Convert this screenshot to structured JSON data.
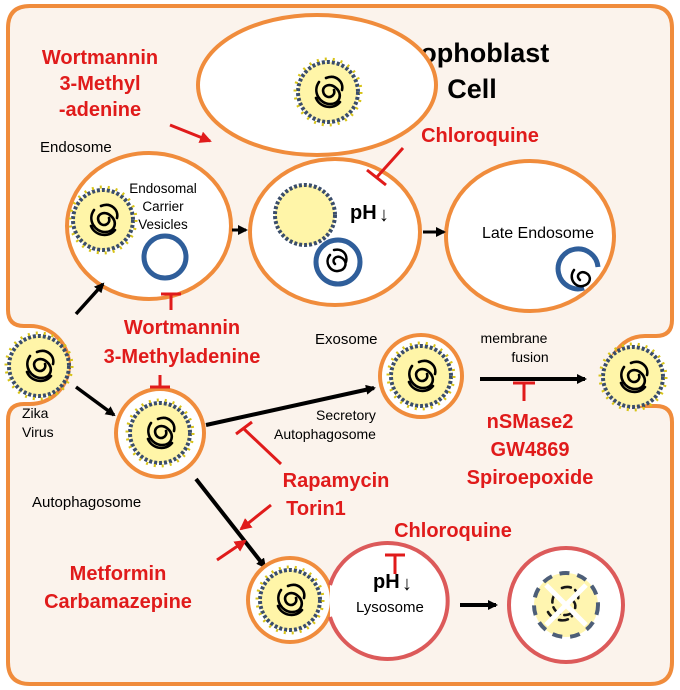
{
  "title_line1": "Trophoblast",
  "title_line2": "Cell",
  "labels": {
    "endosome": "Endosome",
    "carrier1": "Endosomal",
    "carrier2": "Carrier",
    "carrier3": "Vesicles",
    "ph1": "pH",
    "ph_arrow": "↓",
    "late_endosome": "Late Endosome",
    "exosome": "Exosome",
    "membrane": "membrane",
    "fusion": "fusion",
    "zika1": "Zika",
    "zika2": "Virus",
    "secretory1": "Secretory",
    "secretory2": "Autophagosome",
    "autophagosome": "Autophagosome",
    "ph2": "pH",
    "lysosome": "Lysosome"
  },
  "drugs": {
    "wort_top1": "Wortmannin",
    "wort_top2": "3-Methyl",
    "wort_top3": "-adenine",
    "chloroquine_top": "Chloroquine",
    "wort_mid1": "Wortmannin",
    "wort_mid2": "3-Methyladenine",
    "nsmase1": "nSMase2",
    "nsmase2": "GW4869",
    "nsmase3": "Spiroepoxide",
    "rapamycin": "Rapamycin",
    "torin": "Torin1",
    "chloroquine_bot": "Chloroquine",
    "metformin": "Metformin",
    "carbamazepine": "Carbamazepine"
  },
  "colors": {
    "cell_membrane": "#f08c3c",
    "virus_fill": "#fff5a8",
    "lysosome": "#dc5a5a",
    "carrier": "#2f5e9a",
    "inhibitor": "#e01b1b"
  }
}
